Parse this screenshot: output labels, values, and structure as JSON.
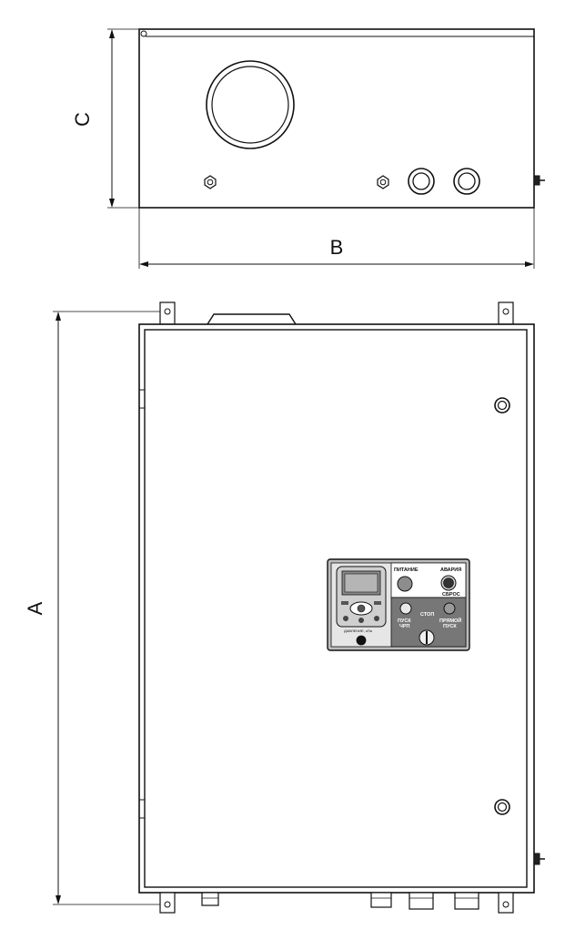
{
  "dimensions": {
    "height_label": "A",
    "width_label": "B",
    "depth_label": "C"
  },
  "control_panel": {
    "power_label": "ПИТАНИЕ",
    "alarm_label": "АВАРИЯ",
    "reset_label": "СБРОС",
    "start_vfd_label_line1": "ПУСК",
    "start_vfd_label_line2": "ЧРП",
    "stop_label": "СТОП",
    "direct_start_label_line1": "ПРЯМОЙ",
    "direct_start_label_line2": "ПУСК",
    "pressure_label": "ДАВЛЕНИЕ, кПа"
  }
}
